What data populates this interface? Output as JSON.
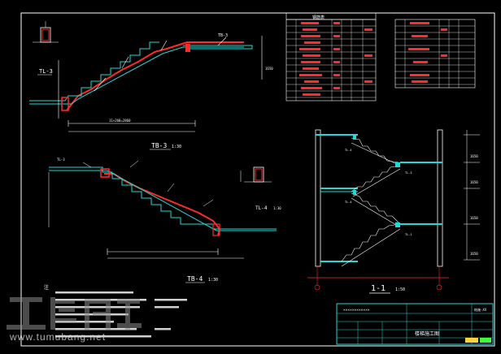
{
  "labels": {
    "tl3": "TL-3",
    "tb3": "TB-3",
    "tb3_scale": "1:30",
    "tb4": "TB-4",
    "tb4_scale": "1:30",
    "tl4": "TL-4",
    "tl4_scale": "1:30",
    "section": "1-1",
    "section_scale": "1:50",
    "notes_head": "注"
  },
  "title_block": {
    "project": "××××××××××××",
    "drawing_name": "楼梯施工图",
    "sheet": "结施-XX"
  },
  "watermark": {
    "url": "www.tumubang.net"
  }
}
